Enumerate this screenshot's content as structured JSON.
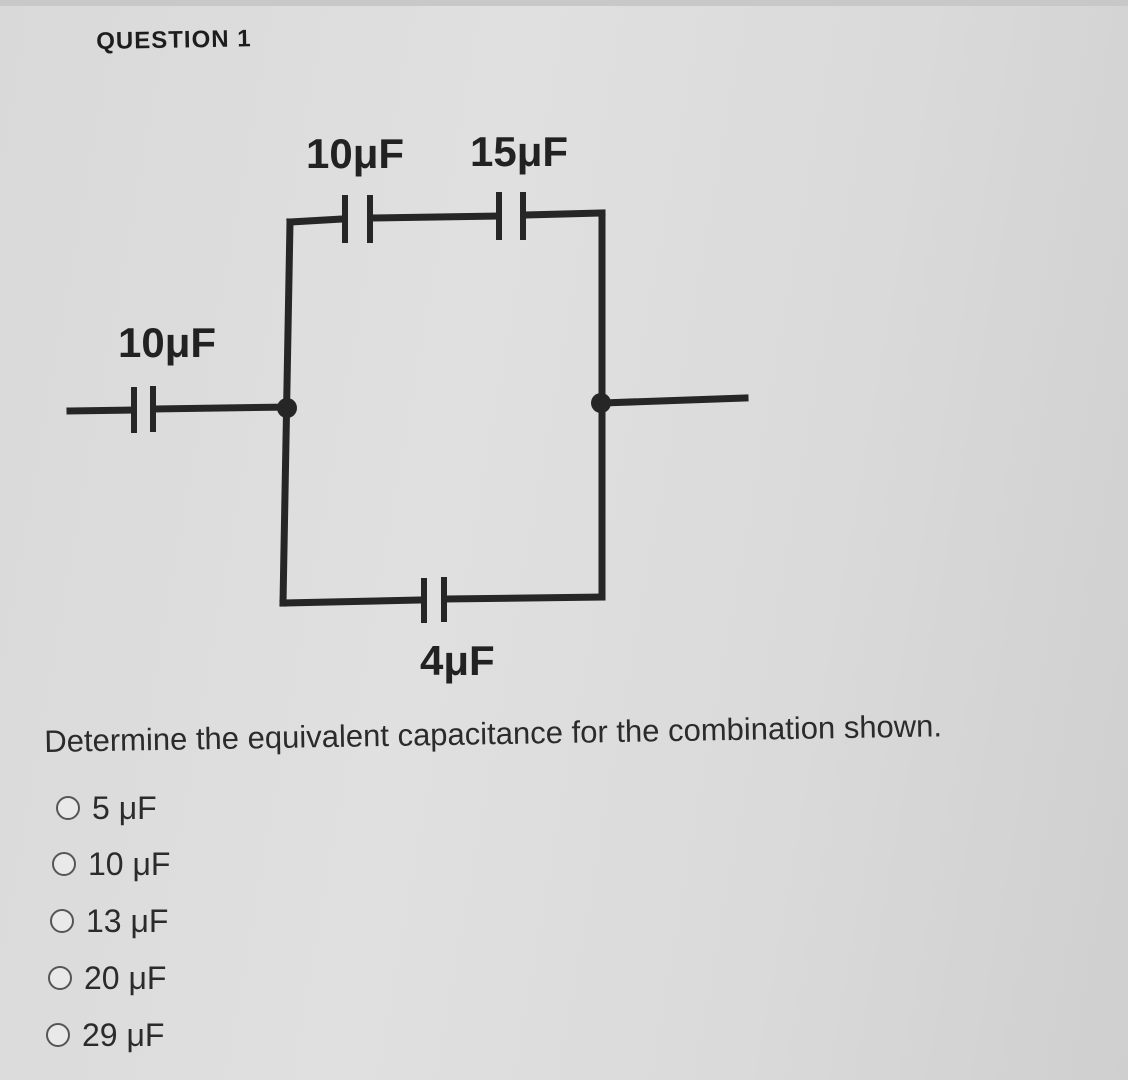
{
  "question": {
    "title": "QUESTION 1",
    "prompt": "Determine the equivalent capacitance for the combination shown."
  },
  "circuit": {
    "labels": {
      "top_left_cap": "10μF",
      "top_right_cap": "15μF",
      "left_cap": "10μF",
      "bottom_cap": "4μF"
    }
  },
  "options": [
    {
      "label": "5 μF",
      "selected": false
    },
    {
      "label": "10 μF",
      "selected": false
    },
    {
      "label": "13 μF",
      "selected": false
    },
    {
      "label": "20 μF",
      "selected": false
    },
    {
      "label": "29 μF",
      "selected": false
    }
  ],
  "colors": {
    "wire": "#262626",
    "text": "#2b2b2b"
  }
}
